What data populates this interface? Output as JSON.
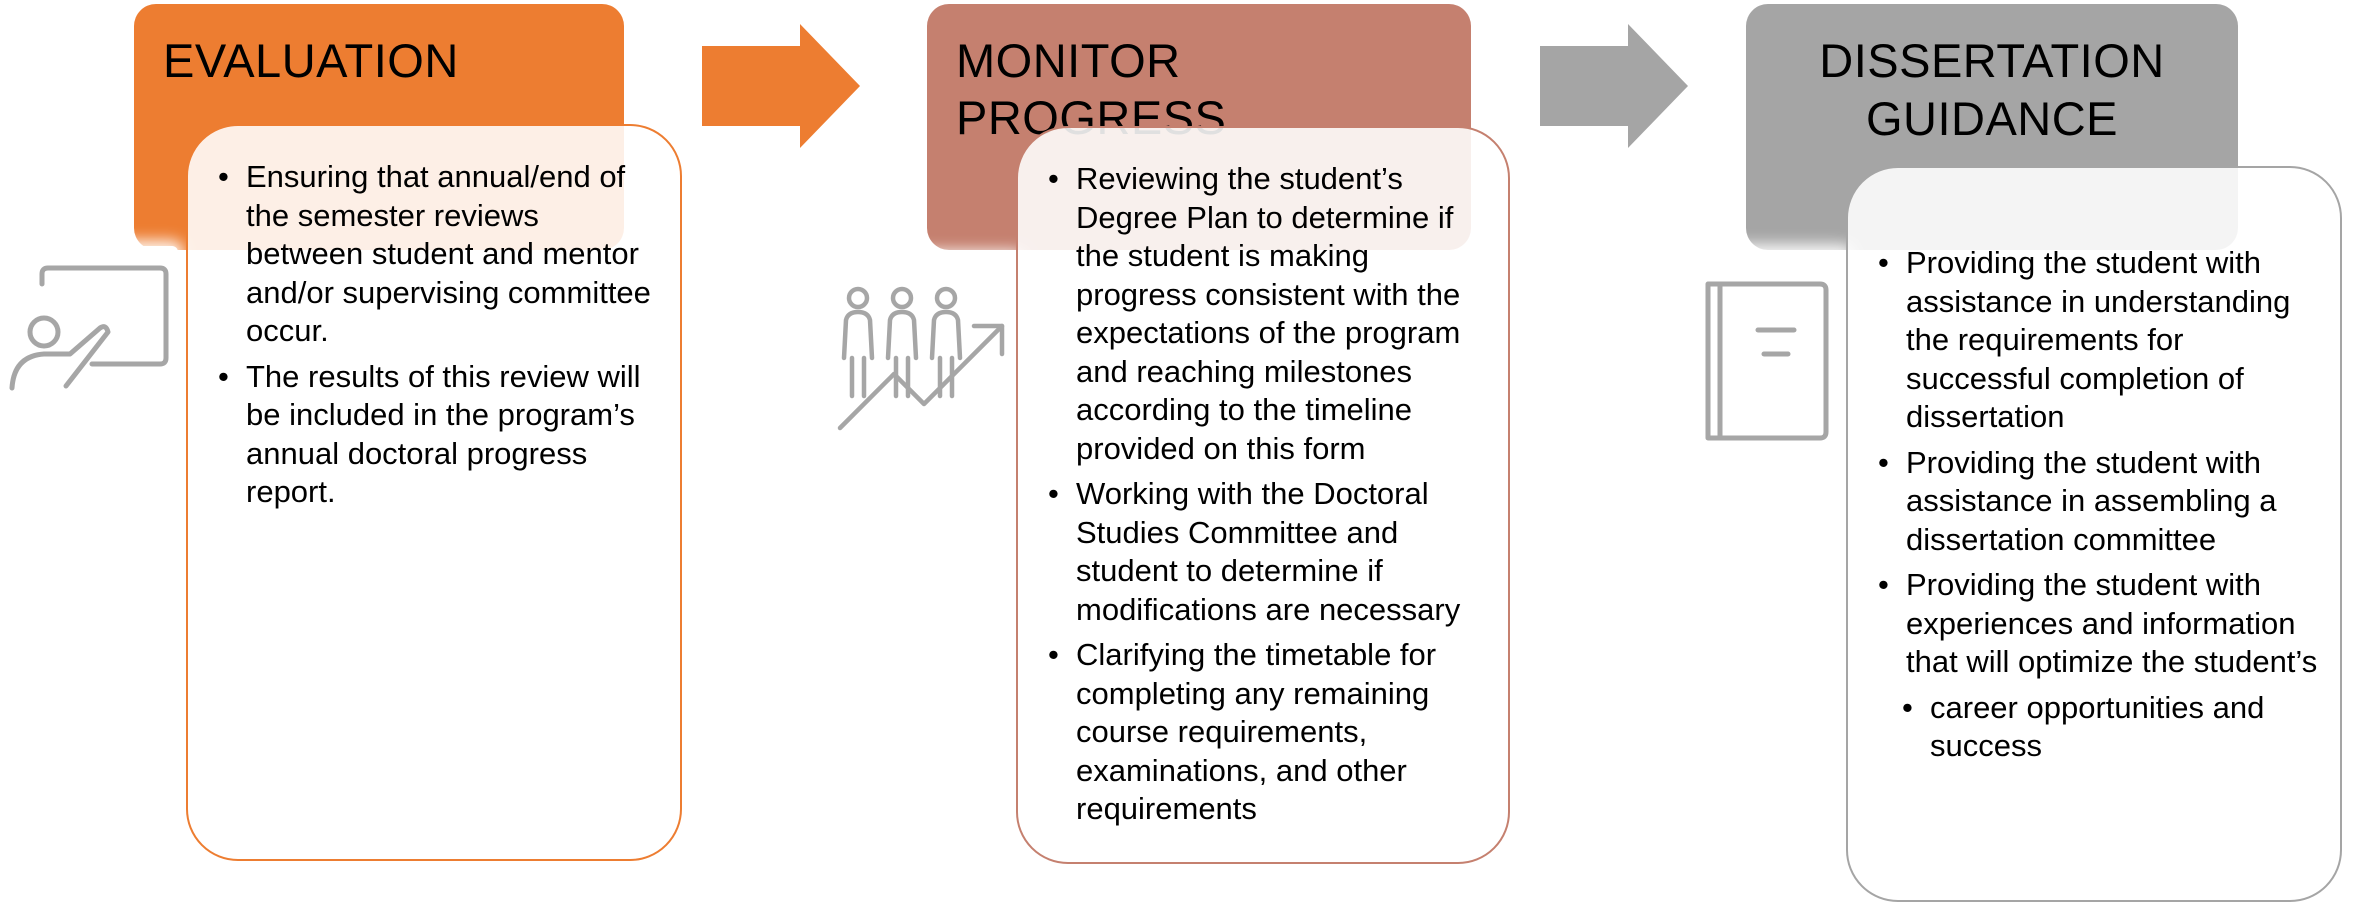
{
  "colors": {
    "evaluation": "#ED7D31",
    "monitor": "#C5806F",
    "dissertation": "#A5A5A5",
    "icon": "#A6A6A6"
  },
  "steps": [
    {
      "title": "EVALUATION",
      "icon": "presentation-teacher-icon",
      "bullets": [
        "Ensuring that annual/end of the semester reviews between student and mentor and/or supervising committee occur.",
        "The results of this review will be included in the program’s annual doctoral progress report."
      ]
    },
    {
      "title": "MONITOR PROGRESS",
      "icon": "people-growth-icon",
      "bullets": [
        "Reviewing the student’s Degree Plan to determine if the student is making progress consistent with the expectations of the program and reaching milestones according to the timeline provided on this form",
        "Working with the Doctoral Studies Committee and student to determine if modifications are necessary",
        "Clarifying the timetable for completing any remaining course requirements, examinations, and other requirements"
      ]
    },
    {
      "title_line1": "DISSERTATION",
      "title_line2": "GUIDANCE",
      "icon": "book-icon",
      "bullets": [
        "Providing the student with assistance in understanding the requirements for successful completion of dissertation",
        "Providing the student with assistance in assembling a dissertation committee",
        "Providing the student with experiences and information that will optimize the student’s",
        "career opportunities and success"
      ]
    }
  ]
}
